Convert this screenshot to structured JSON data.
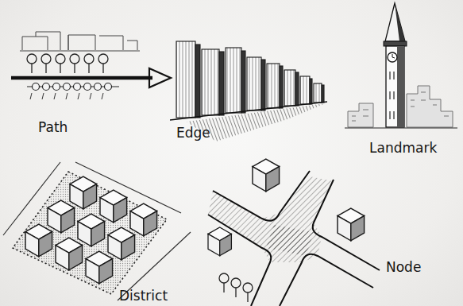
{
  "diagram": {
    "labels": [
      "Path",
      "Edge",
      "Landmark",
      "District",
      "Node"
    ]
  }
}
